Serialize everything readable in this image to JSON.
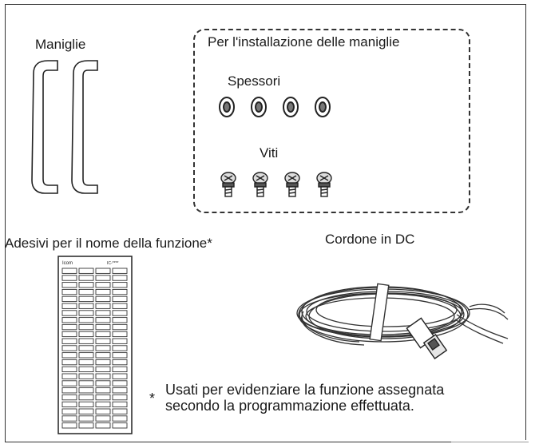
{
  "labels": {
    "handles": "Maniglie",
    "install_box_title": "Per l'installazione delle maniglie",
    "spacers": "Spessori",
    "screws": "Viti",
    "stickers": "Adesivi per il nome della funzione*",
    "dc_cord": "Cordone in DC"
  },
  "sticker_sheet": {
    "logo": "Icom",
    "model": "IC-****"
  },
  "note": {
    "marker": "*",
    "line1": "Usati per evidenziare la funzione assegnata",
    "line2": "secondo la programmazione effettuata."
  }
}
